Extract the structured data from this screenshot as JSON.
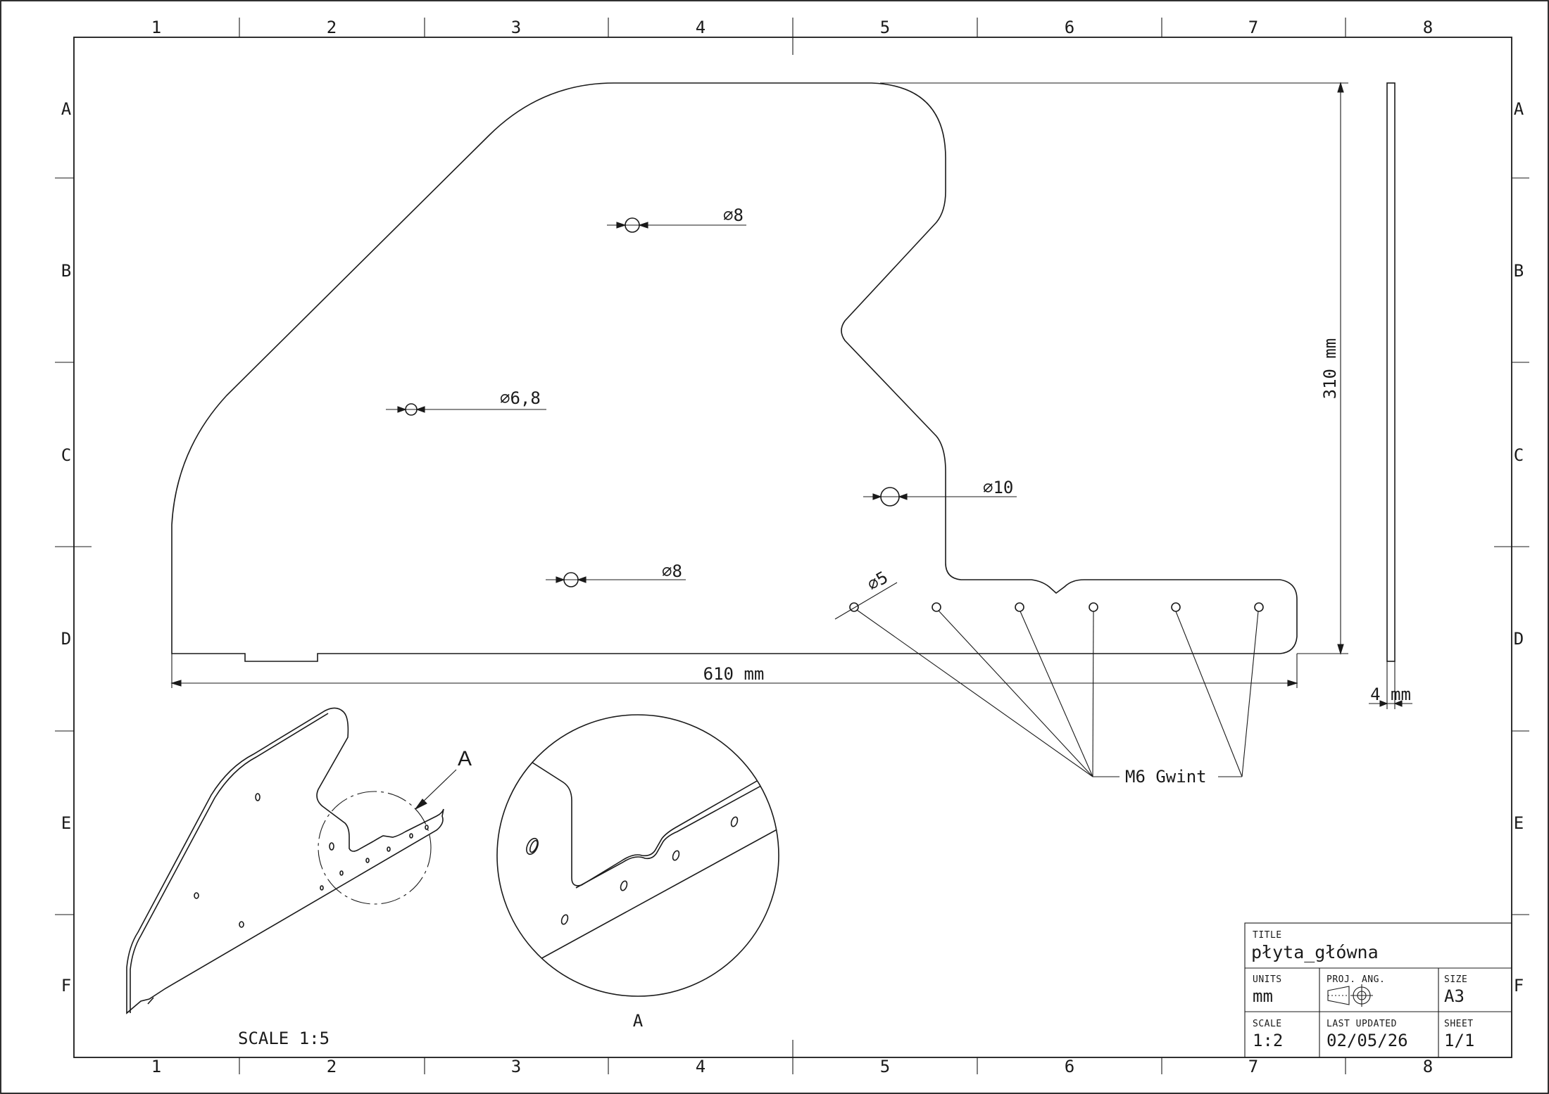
{
  "zones": {
    "columns": [
      "1",
      "2",
      "3",
      "4",
      "5",
      "6",
      "7",
      "8"
    ],
    "rows": [
      "A",
      "B",
      "C",
      "D",
      "E",
      "F"
    ]
  },
  "dimensions": {
    "hole_b": "⌀8",
    "hole_c1": "⌀6,8",
    "hole_c2": "⌀10",
    "hole_d": "⌀8",
    "hole_small": "⌀5",
    "height": "310 mm",
    "width": "610 mm",
    "thickness": "4 mm",
    "thread_note": "M6 Gwint"
  },
  "views": {
    "iso_scale": "SCALE 1:5",
    "detail_callout": "A",
    "detail_label": "A"
  },
  "title_block": {
    "title_label": "TITLE",
    "title": "płyta_główna",
    "units_label": "UNITS",
    "units": "mm",
    "proj_label": "PROJ. ANG.",
    "size_label": "SIZE",
    "size": "A3",
    "scale_label": "SCALE",
    "scale": "1:2",
    "updated_label": "LAST UPDATED",
    "updated": "02/05/26",
    "sheet_label": "SHEET",
    "sheet": "1/1"
  }
}
